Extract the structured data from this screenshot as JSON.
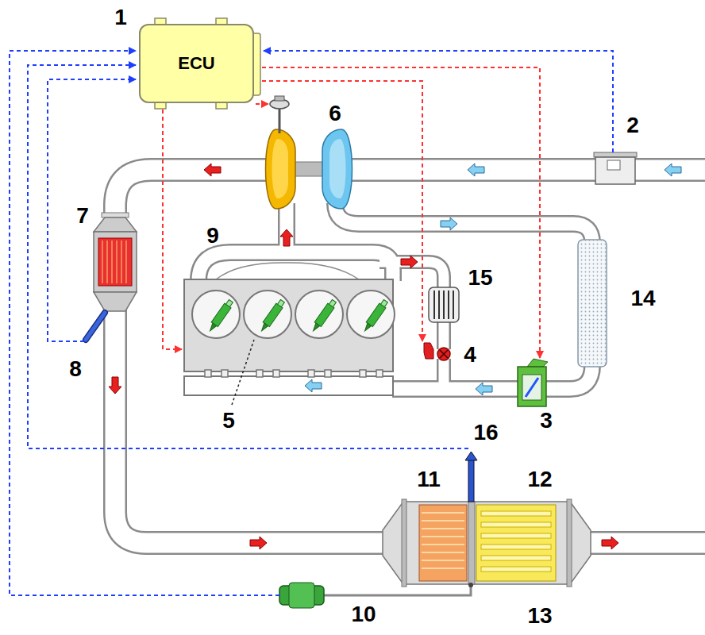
{
  "diagram": {
    "nodes": [
      {
        "text": [
          "ECU"
        ]
      }
    ],
    "labels": [
      "1",
      "2",
      "3",
      "4",
      "5",
      "6",
      "7",
      "8",
      "9",
      "10",
      "11",
      "12",
      "13",
      "14",
      "15",
      "16"
    ]
  }
}
